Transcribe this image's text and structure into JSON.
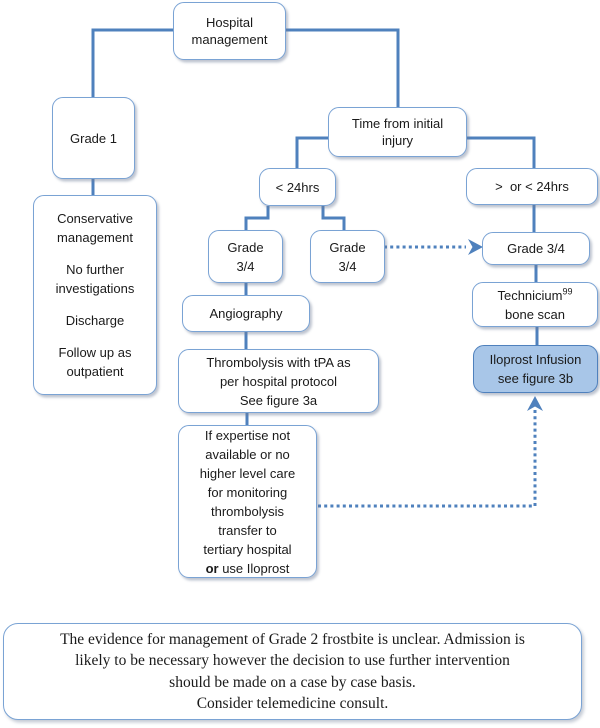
{
  "colors": {
    "accent": "#4f81bd",
    "node-border": "#7aa3d4",
    "iloprost-fill": "#a8c6e8",
    "text": "#1a1a1a"
  },
  "nodes": {
    "hospital": {
      "label": "Hospital management"
    },
    "grade1": {
      "label": "Grade 1"
    },
    "conservative": {
      "paras": [
        "Conservative management",
        "No further investigations",
        "Discharge",
        "Follow up as outpatient"
      ]
    },
    "time_from_injury": {
      "label": "Time from initial injury"
    },
    "under_24hrs": {
      "label": "< 24hrs"
    },
    "over_or_under_24hrs": {
      "label": ">  or < 24hrs"
    },
    "grade34_left": {
      "lines": [
        "Grade",
        "3/4"
      ]
    },
    "grade34_mid": {
      "lines": [
        "Grade",
        "3/4"
      ]
    },
    "grade34_right": {
      "label": "Grade 3/4"
    },
    "angiography": {
      "label": "Angiography"
    },
    "thrombolysis": {
      "lines": [
        "Thrombolysis with tPA as",
        "per hospital protocol",
        "See figure 3a"
      ]
    },
    "technicium": {
      "base": "Technicium",
      "superscript": "99",
      "line2": "bone scan"
    },
    "iloprost": {
      "lines": [
        "Iloprost Infusion",
        "see figure 3b"
      ]
    },
    "expertise": {
      "lines": [
        "If expertise not",
        "available or no",
        "higher level care",
        "for monitoring",
        "thrombolysis",
        "transfer to",
        "tertiary hospital"
      ],
      "bold_word": "or",
      "last_line_rest": " use Iloprost"
    }
  },
  "note": {
    "lines": [
      "The evidence for management of Grade 2 frostbite is unclear. Admission is",
      "likely to be necessary however the decision to use further intervention",
      "should be made on a case by case basis.",
      "Consider telemedicine consult."
    ]
  }
}
